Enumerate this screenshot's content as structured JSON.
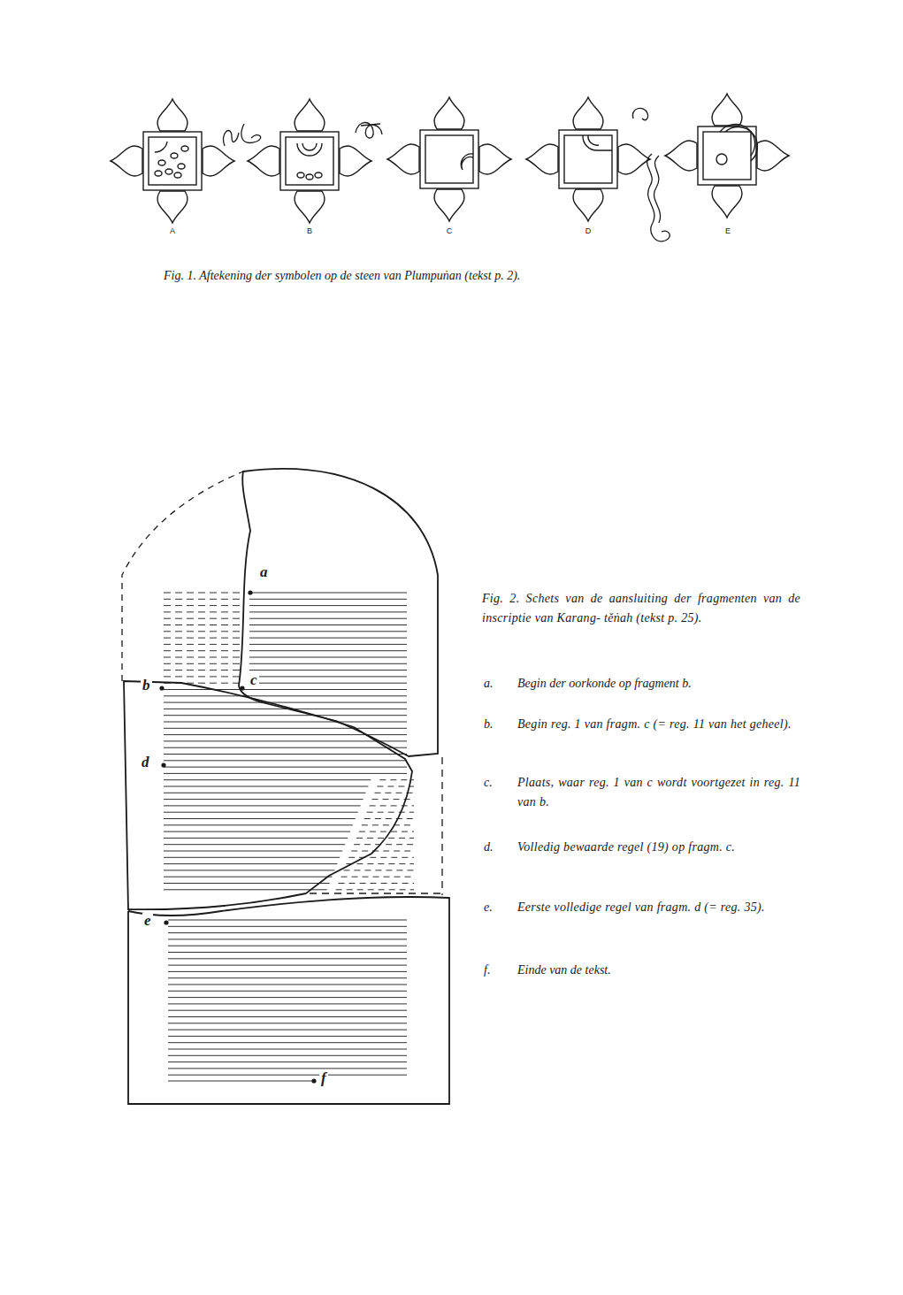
{
  "diagram": {
    "caption": "Fig. 1. Aftekening der symbolen op de steen van Plumpuṅan (tekst p. 2).",
    "labels": [
      "A",
      "B",
      "C",
      "D",
      "E",
      "Fig. 2. Schets van de aansluiting der fragmenten van de inscriptie van Karang- těṅah (tekst p. 25).",
      "a",
      "b",
      "c",
      "d",
      "e",
      "f",
      "a.",
      "Begin der oorkonde op fragment b.",
      "b.",
      "Begin reg. 1 van fragm. c (= reg. 11 van het geheel).",
      "c.",
      "Plaats, waar reg. 1 van c wordt voortgezet in reg. 11 van b.",
      "d.",
      "Volledig bewaarde regel (19) op fragm. c.",
      "e.",
      "Eerste volledige regel van fragm. d (= reg. 35).",
      "f.",
      "Einde van de tekst."
    ]
  }
}
